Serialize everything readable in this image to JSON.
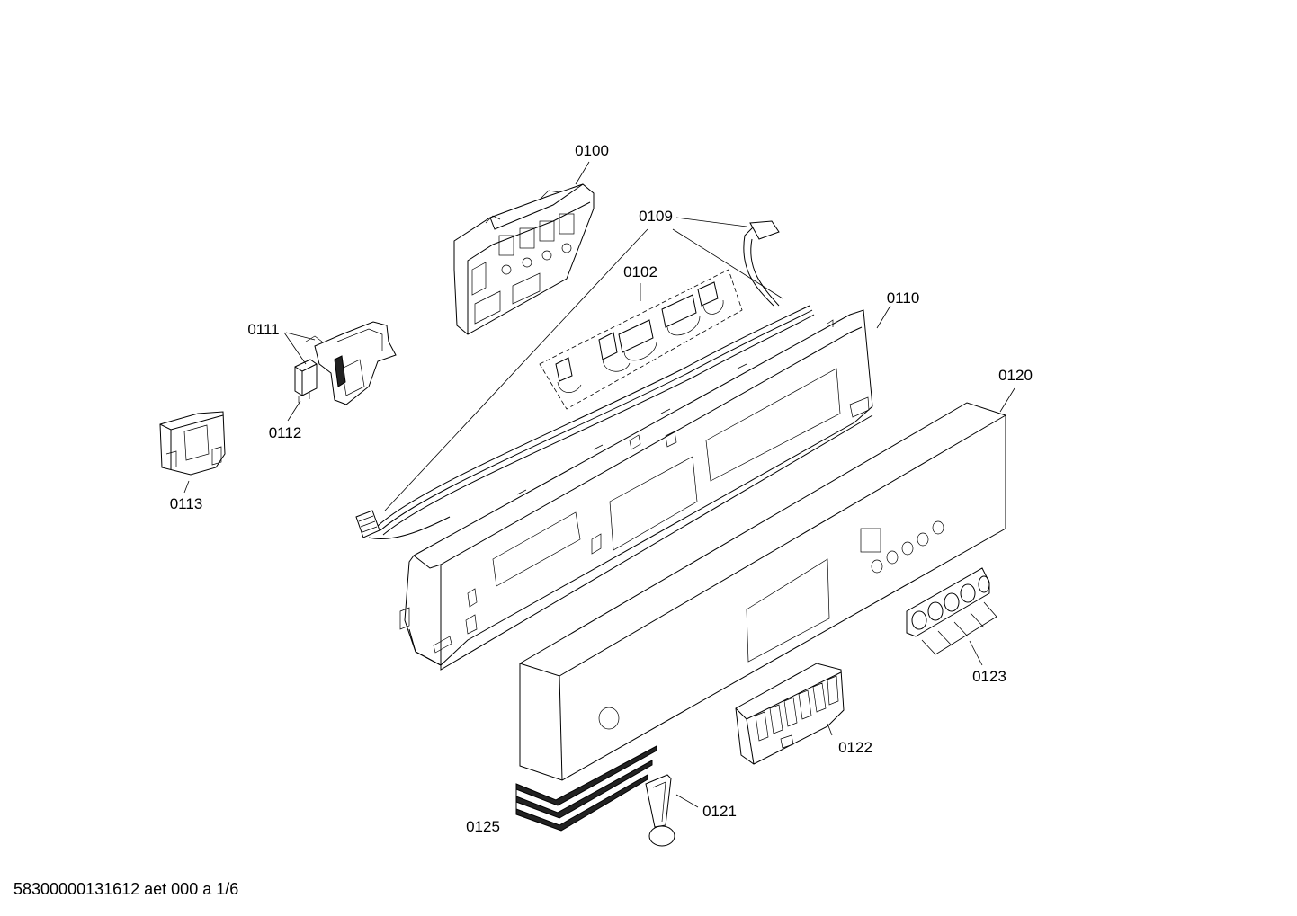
{
  "parts": [
    {
      "id": "p0100",
      "label": "0100"
    },
    {
      "id": "p0109",
      "label": "0109"
    },
    {
      "id": "p0102",
      "label": "0102"
    },
    {
      "id": "p0110",
      "label": "0110"
    },
    {
      "id": "p0111",
      "label": "0111"
    },
    {
      "id": "p0112",
      "label": "0112"
    },
    {
      "id": "p0113",
      "label": "0113"
    },
    {
      "id": "p0120",
      "label": "0120"
    },
    {
      "id": "p0123",
      "label": "0123"
    },
    {
      "id": "p0122",
      "label": "0122"
    },
    {
      "id": "p0121",
      "label": "0121"
    },
    {
      "id": "p0125",
      "label": "0125"
    }
  ],
  "footer": "58300000131612 aet 000 a 1/6"
}
